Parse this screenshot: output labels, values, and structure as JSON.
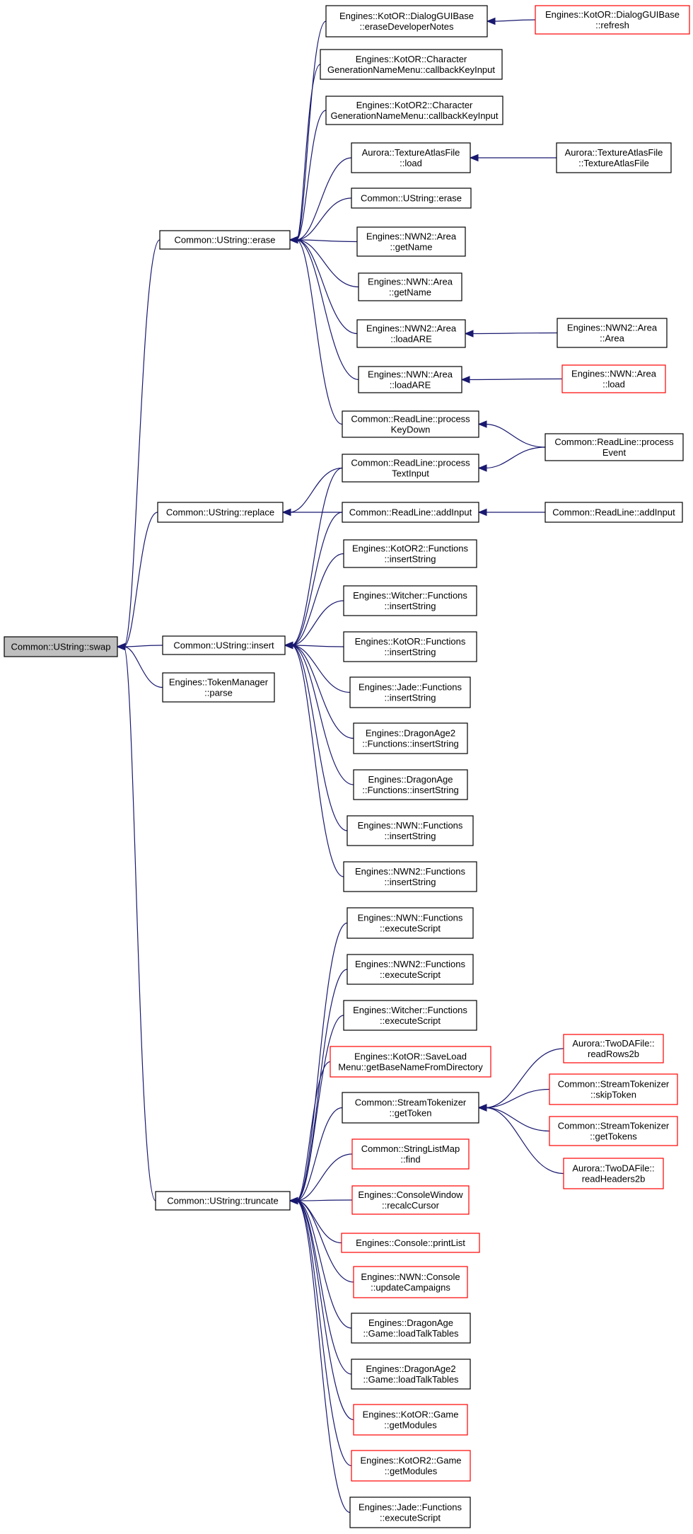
{
  "colors": {
    "edge": "#191970",
    "border_normal": "#000000",
    "border_truncated": "#ff0000",
    "fill_focus": "#bfbfbf",
    "fill_normal": "#ffffff"
  },
  "nodes": [
    {
      "id": "swap",
      "lines": [
        "Common::UString::swap"
      ],
      "style": "focus"
    },
    {
      "id": "erase",
      "lines": [
        "Common::UString::erase"
      ],
      "style": "normal"
    },
    {
      "id": "replace",
      "lines": [
        "Common::UString::replace"
      ],
      "style": "normal"
    },
    {
      "id": "insert",
      "lines": [
        "Common::UString::insert"
      ],
      "style": "normal"
    },
    {
      "id": "tokenmgr",
      "lines": [
        "Engines::TokenManager",
        "::parse"
      ],
      "style": "normal"
    },
    {
      "id": "truncate",
      "lines": [
        "Common::UString::truncate"
      ],
      "style": "normal"
    },
    {
      "id": "kotorDialogErase",
      "lines": [
        "Engines::KotOR::DialogGUIBase",
        "::eraseDeveloperNotes"
      ],
      "style": "normal"
    },
    {
      "id": "kotorDialogRefresh",
      "lines": [
        "Engines::KotOR::DialogGUIBase",
        "::refresh"
      ],
      "style": "truncated"
    },
    {
      "id": "kotorCharGen",
      "lines": [
        "Engines::KotOR::Character",
        "GenerationNameMenu::callbackKeyInput"
      ],
      "style": "normal"
    },
    {
      "id": "kotor2CharGen",
      "lines": [
        "Engines::KotOR2::Character",
        "GenerationNameMenu::callbackKeyInput"
      ],
      "style": "normal"
    },
    {
      "id": "texAtlasLoad",
      "lines": [
        "Aurora::TextureAtlasFile",
        "::load"
      ],
      "style": "normal"
    },
    {
      "id": "texAtlasCtor",
      "lines": [
        "Aurora::TextureAtlasFile",
        "::TextureAtlasFile"
      ],
      "style": "normal"
    },
    {
      "id": "ustringErase2",
      "lines": [
        "Common::UString::erase"
      ],
      "style": "normal"
    },
    {
      "id": "nwn2AreaGetName",
      "lines": [
        "Engines::NWN2::Area",
        "::getName"
      ],
      "style": "normal"
    },
    {
      "id": "nwnAreaGetName",
      "lines": [
        "Engines::NWN::Area",
        "::getName"
      ],
      "style": "normal"
    },
    {
      "id": "nwn2AreaLoadARE",
      "lines": [
        "Engines::NWN2::Area",
        "::loadARE"
      ],
      "style": "normal"
    },
    {
      "id": "nwn2AreaCtor",
      "lines": [
        "Engines::NWN2::Area",
        "::Area"
      ],
      "style": "normal"
    },
    {
      "id": "nwnAreaLoadARE",
      "lines": [
        "Engines::NWN::Area",
        "::loadARE"
      ],
      "style": "normal"
    },
    {
      "id": "nwnAreaLoad",
      "lines": [
        "Engines::NWN::Area",
        "::load"
      ],
      "style": "truncated"
    },
    {
      "id": "rlKeyDown",
      "lines": [
        "Common::ReadLine::process",
        "KeyDown"
      ],
      "style": "normal"
    },
    {
      "id": "rlEvent",
      "lines": [
        "Common::ReadLine::process",
        "Event"
      ],
      "style": "normal"
    },
    {
      "id": "rlTextInput",
      "lines": [
        "Common::ReadLine::process",
        "TextInput"
      ],
      "style": "normal"
    },
    {
      "id": "rlAddInput1",
      "lines": [
        "Common::ReadLine::addInput"
      ],
      "style": "normal"
    },
    {
      "id": "rlAddInput2",
      "lines": [
        "Common::ReadLine::addInput"
      ],
      "style": "normal"
    },
    {
      "id": "kotor2FnIns",
      "lines": [
        "Engines::KotOR2::Functions",
        "::insertString"
      ],
      "style": "normal"
    },
    {
      "id": "witcherFnIns",
      "lines": [
        "Engines::Witcher::Functions",
        "::insertString"
      ],
      "style": "normal"
    },
    {
      "id": "kotorFnIns",
      "lines": [
        "Engines::KotOR::Functions",
        "::insertString"
      ],
      "style": "normal"
    },
    {
      "id": "jadeFnIns",
      "lines": [
        "Engines::Jade::Functions",
        "::insertString"
      ],
      "style": "normal"
    },
    {
      "id": "da2FnIns",
      "lines": [
        "Engines::DragonAge2",
        "::Functions::insertString"
      ],
      "style": "normal"
    },
    {
      "id": "daFnIns",
      "lines": [
        "Engines::DragonAge",
        "::Functions::insertString"
      ],
      "style": "normal"
    },
    {
      "id": "nwnFnIns",
      "lines": [
        "Engines::NWN::Functions",
        "::insertString"
      ],
      "style": "normal"
    },
    {
      "id": "nwn2FnIns",
      "lines": [
        "Engines::NWN2::Functions",
        "::insertString"
      ],
      "style": "normal"
    },
    {
      "id": "nwnFnExec",
      "lines": [
        "Engines::NWN::Functions",
        "::executeScript"
      ],
      "style": "normal"
    },
    {
      "id": "nwn2FnExec",
      "lines": [
        "Engines::NWN2::Functions",
        "::executeScript"
      ],
      "style": "normal"
    },
    {
      "id": "witcherFnExec",
      "lines": [
        "Engines::Witcher::Functions",
        "::executeScript"
      ],
      "style": "normal"
    },
    {
      "id": "kotorSaveLoad",
      "lines": [
        "Engines::KotOR::SaveLoad",
        "Menu::getBaseNameFromDirectory"
      ],
      "style": "truncated"
    },
    {
      "id": "streamGetToken",
      "lines": [
        "Common::StreamTokenizer",
        "::getToken"
      ],
      "style": "normal"
    },
    {
      "id": "twodaRows",
      "lines": [
        "Aurora::TwoDAFile::",
        "readRows2b"
      ],
      "style": "truncated"
    },
    {
      "id": "streamSkip",
      "lines": [
        "Common::StreamTokenizer",
        "::skipToken"
      ],
      "style": "truncated"
    },
    {
      "id": "streamGetTokens",
      "lines": [
        "Common::StreamTokenizer",
        "::getTokens"
      ],
      "style": "truncated"
    },
    {
      "id": "twodaHeaders",
      "lines": [
        "Aurora::TwoDAFile::",
        "readHeaders2b"
      ],
      "style": "truncated"
    },
    {
      "id": "strListFind",
      "lines": [
        "Common::StringListMap",
        "::find"
      ],
      "style": "truncated"
    },
    {
      "id": "consoleRecalc",
      "lines": [
        "Engines::ConsoleWindow",
        "::recalcCursor"
      ],
      "style": "truncated"
    },
    {
      "id": "consolePrint",
      "lines": [
        "Engines::Console::printList"
      ],
      "style": "truncated"
    },
    {
      "id": "nwnConsoleCamp",
      "lines": [
        "Engines::NWN::Console",
        "::updateCampaigns"
      ],
      "style": "truncated"
    },
    {
      "id": "daGameTalk",
      "lines": [
        "Engines::DragonAge",
        "::Game::loadTalkTables"
      ],
      "style": "normal"
    },
    {
      "id": "da2GameTalk",
      "lines": [
        "Engines::DragonAge2",
        "::Game::loadTalkTables"
      ],
      "style": "normal"
    },
    {
      "id": "kotorGameMods",
      "lines": [
        "Engines::KotOR::Game",
        "::getModules"
      ],
      "style": "truncated"
    },
    {
      "id": "kotor2GameMods",
      "lines": [
        "Engines::KotOR2::Game",
        "::getModules"
      ],
      "style": "truncated"
    },
    {
      "id": "jadeFnExec",
      "lines": [
        "Engines::Jade::Functions",
        "::executeScript"
      ],
      "style": "normal"
    }
  ],
  "edges": [
    [
      "erase",
      "swap"
    ],
    [
      "replace",
      "swap"
    ],
    [
      "insert",
      "swap"
    ],
    [
      "tokenmgr",
      "swap"
    ],
    [
      "truncate",
      "swap"
    ],
    [
      "kotorDialogErase",
      "erase"
    ],
    [
      "kotorCharGen",
      "erase"
    ],
    [
      "kotor2CharGen",
      "erase"
    ],
    [
      "texAtlasLoad",
      "erase"
    ],
    [
      "ustringErase2",
      "erase"
    ],
    [
      "nwn2AreaGetName",
      "erase"
    ],
    [
      "nwnAreaGetName",
      "erase"
    ],
    [
      "nwn2AreaLoadARE",
      "erase"
    ],
    [
      "nwnAreaLoadARE",
      "erase"
    ],
    [
      "rlKeyDown",
      "erase"
    ],
    [
      "kotorDialogRefresh",
      "kotorDialogErase"
    ],
    [
      "texAtlasCtor",
      "texAtlasLoad"
    ],
    [
      "nwn2AreaCtor",
      "nwn2AreaLoadARE"
    ],
    [
      "nwnAreaLoad",
      "nwnAreaLoadARE"
    ],
    [
      "rlEvent",
      "rlKeyDown"
    ],
    [
      "rlEvent",
      "rlTextInput"
    ],
    [
      "rlAddInput2",
      "rlAddInput1"
    ],
    [
      "rlTextInput",
      "replace"
    ],
    [
      "rlAddInput1",
      "replace"
    ],
    [
      "rlTextInput",
      "insert"
    ],
    [
      "rlAddInput1",
      "insert"
    ],
    [
      "kotor2FnIns",
      "insert"
    ],
    [
      "witcherFnIns",
      "insert"
    ],
    [
      "kotorFnIns",
      "insert"
    ],
    [
      "jadeFnIns",
      "insert"
    ],
    [
      "da2FnIns",
      "insert"
    ],
    [
      "daFnIns",
      "insert"
    ],
    [
      "nwnFnIns",
      "insert"
    ],
    [
      "nwn2FnIns",
      "insert"
    ],
    [
      "nwnFnExec",
      "truncate"
    ],
    [
      "nwn2FnExec",
      "truncate"
    ],
    [
      "witcherFnExec",
      "truncate"
    ],
    [
      "kotorSaveLoad",
      "truncate"
    ],
    [
      "streamGetToken",
      "truncate"
    ],
    [
      "strListFind",
      "truncate"
    ],
    [
      "consoleRecalc",
      "truncate"
    ],
    [
      "consolePrint",
      "truncate"
    ],
    [
      "nwnConsoleCamp",
      "truncate"
    ],
    [
      "daGameTalk",
      "truncate"
    ],
    [
      "da2GameTalk",
      "truncate"
    ],
    [
      "kotorGameMods",
      "truncate"
    ],
    [
      "kotor2GameMods",
      "truncate"
    ],
    [
      "jadeFnExec",
      "truncate"
    ],
    [
      "twodaRows",
      "streamGetToken"
    ],
    [
      "streamSkip",
      "streamGetToken"
    ],
    [
      "streamGetTokens",
      "streamGetToken"
    ],
    [
      "twodaHeaders",
      "streamGetToken"
    ]
  ]
}
